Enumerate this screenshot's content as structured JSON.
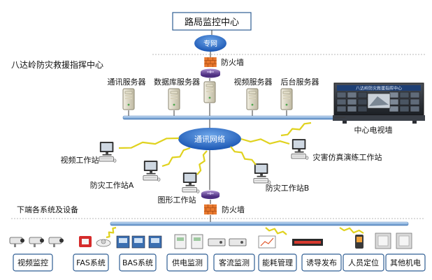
{
  "top_center": "路局监控中心",
  "zhuanwang": "专网",
  "firewall_top": "防火墙",
  "center_name": "八达岭防灾救援指挥中心",
  "servers": [
    "通讯服务器",
    "数据库服务器",
    "视频服务器",
    "后台服务器"
  ],
  "video_wall": "中心电视墙",
  "video_wall_screen_title": "八达岭防灾救援指挥中心",
  "network": "通讯网络",
  "workstations": {
    "video": "视频工作站",
    "disaster_a": "防灾工作站A",
    "graphics": "图形工作站",
    "disaster_b": "防灾工作站B",
    "drill": "灾害仿真演练工作站"
  },
  "lower_section": "下端各系统及设备",
  "firewall_bottom": "防火墙",
  "subsystems": [
    "视频监控",
    "FAS系统",
    "BAS系统",
    "供电监测",
    "客流监测",
    "能耗管理",
    "诱导发布",
    "人员定位",
    "其他机电"
  ],
  "colors": {
    "network_blue": "#1f63c0",
    "bus_blue": "#9fc2e6",
    "label_border": "#2e5d93",
    "firewall_orange": "#e8782e",
    "bolt_yellow": "#e0d21e"
  }
}
